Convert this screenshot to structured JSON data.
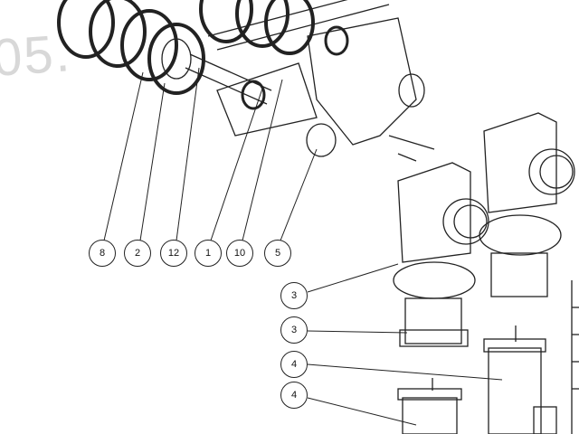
{
  "watermark": "05.",
  "balloons": [
    "8",
    "2",
    "12",
    "1",
    "10",
    "5",
    "3",
    "3",
    "4",
    "4"
  ],
  "colors": {
    "line": "#222222",
    "watermark": "#d8d8d8"
  }
}
